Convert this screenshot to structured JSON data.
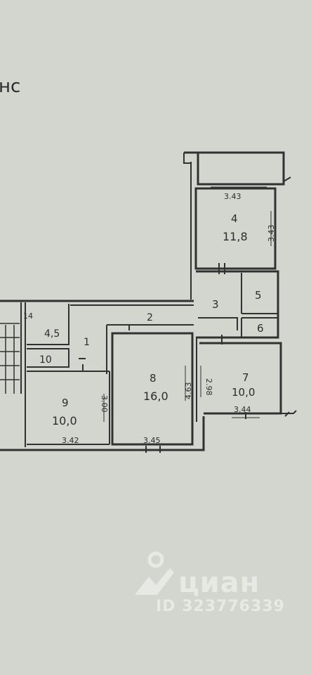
{
  "header_fragment": "нс",
  "rooms": [
    {
      "key": "r4",
      "number": "4",
      "area": "11,8"
    },
    {
      "key": "r3",
      "number": "3"
    },
    {
      "key": "r5",
      "number": "5"
    },
    {
      "key": "r6",
      "number": "6"
    },
    {
      "key": "r7",
      "number": "7",
      "area": "10,0"
    },
    {
      "key": "r8",
      "number": "8",
      "area": "16,0"
    },
    {
      "key": "r9",
      "number": "9",
      "area": "10,0"
    },
    {
      "key": "r1",
      "number": "1"
    },
    {
      "key": "r2",
      "number": "2"
    },
    {
      "key": "r10",
      "number": "10"
    },
    {
      "key": "r45",
      "number": "4,5"
    },
    {
      "key": "r14",
      "number": "14"
    }
  ],
  "dimensions": {
    "top_width": "3.43",
    "right_height": "3.43",
    "r8_height": "4.63",
    "r7_height": "2.98",
    "r7_width": "3.44",
    "r9_height": "3.00",
    "r9_width": "3.42",
    "r8_width": "3.45"
  },
  "watermark": {
    "brand": "циан",
    "id": "ID 323776339"
  },
  "colors": {
    "paper": "#d3d6cf",
    "ink": "#2f3231",
    "watermark": "#e7e9e4"
  }
}
